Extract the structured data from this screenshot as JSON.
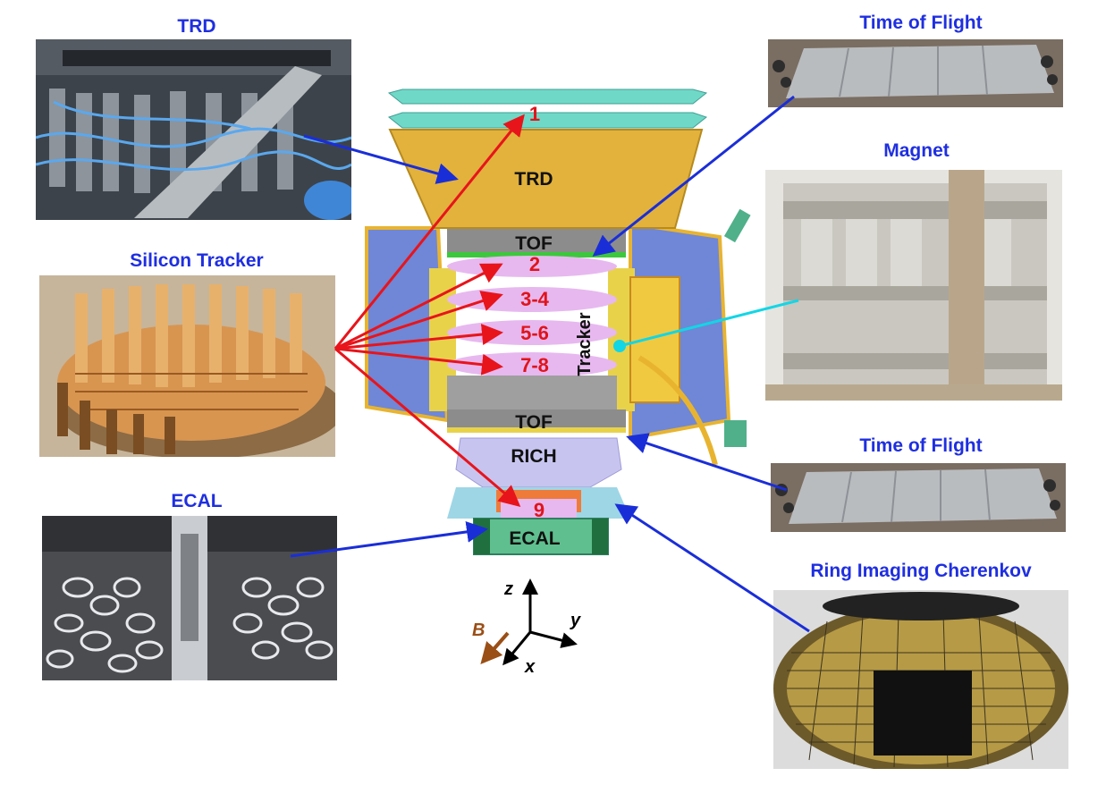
{
  "titles": {
    "trd": "TRD",
    "silicon_tracker": "Silicon Tracker",
    "ecal": "ECAL",
    "tof_top": "Time of Flight",
    "magnet": "Magnet",
    "tof_bottom": "Time of Flight",
    "rich": "Ring Imaging Cherenkov"
  },
  "detector_labels": {
    "trd": "TRD",
    "tof_upper": "TOF",
    "tof_lower": "TOF",
    "rich": "RICH",
    "ecal": "ECAL",
    "tracker": "Tracker"
  },
  "tracker_layers": [
    "1",
    "2",
    "3-4",
    "5-6",
    "7-8",
    "9"
  ],
  "axes": {
    "z": "z",
    "y": "y",
    "x": "x",
    "b": "B"
  },
  "colors": {
    "title": "#1f2fe0",
    "layer_text": "#e0141b",
    "red_arrow": "#e8141b",
    "blue_arrow": "#1a2ed8",
    "cyan_line": "#12d6e6",
    "b_field": "#9a4f16"
  }
}
